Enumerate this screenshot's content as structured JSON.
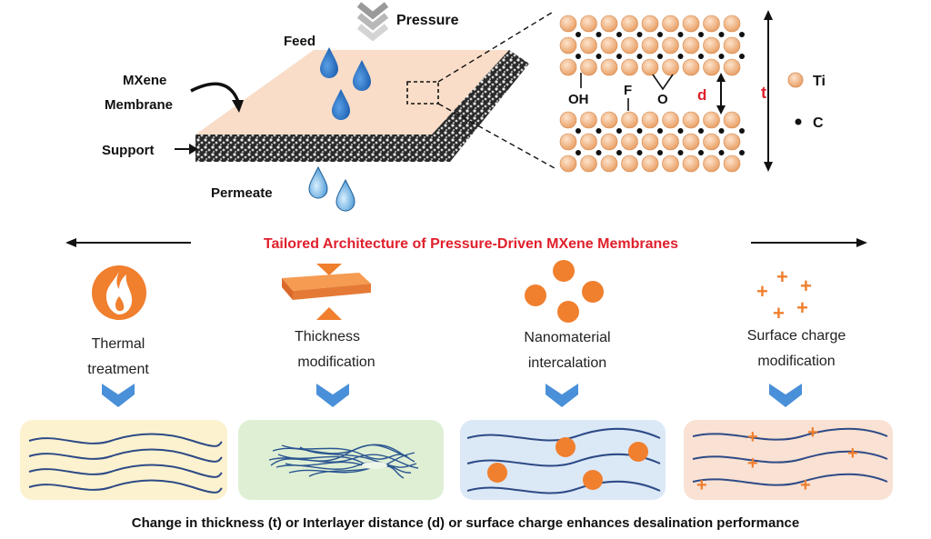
{
  "top": {
    "pressure": "Pressure",
    "feed": "Feed",
    "membrane_line1": "MXene",
    "membrane_line2": "Membrane",
    "support": "Support",
    "permeate": "Permeate",
    "oh": "OH",
    "f": "F",
    "o": "O",
    "d": "d",
    "t": "t",
    "ti": "Ti",
    "c": "C"
  },
  "banner": "Tailored Architecture of Pressure-Driven MXene Membranes",
  "methods": [
    {
      "line1": "Thermal",
      "line2": "treatment",
      "icon": "flame-icon"
    },
    {
      "line1": "Thickness",
      "line2": "modification",
      "icon": "compressed-slab-icon"
    },
    {
      "line1": "Nanomaterial",
      "line2": "intercalation",
      "icon": "nanoparticles-icon"
    },
    {
      "line1": "Surface charge",
      "line2": "modification",
      "icon": "plus-charges-icon"
    }
  ],
  "footer": "Change in thickness (t) or Interlayer distance (d) or surface charge enhances desalination performance",
  "colors": {
    "orange": "#f07f2e",
    "red": "#e0202c",
    "blue_drop": "#1f6fc0",
    "arrow_blue": "#4a90d9",
    "panel1": "#fdf2cf",
    "panel2": "#dfefd4",
    "panel3": "#dbe8f6",
    "panel4": "#f9e1d3",
    "ti_atom": "#f3b98a",
    "membrane": "#f9ddc8"
  }
}
